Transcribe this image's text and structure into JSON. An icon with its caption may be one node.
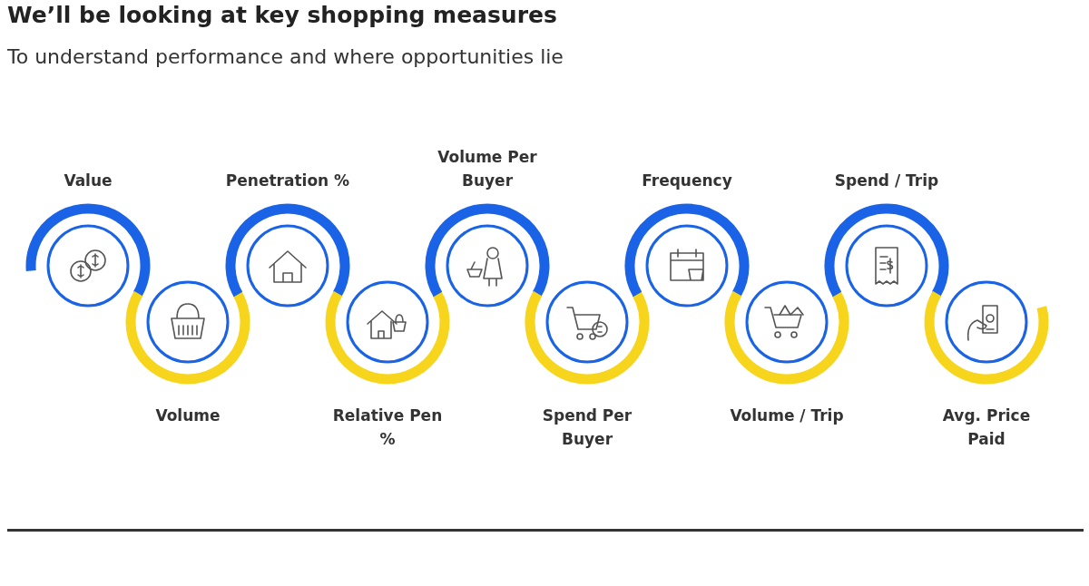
{
  "diagram": {
    "title": "We’ll be looking at key shopping measures",
    "nodes": [
      {
        "text": [
          "Value"
        ]
      },
      {
        "text": [
          "Volume"
        ]
      },
      {
        "text": [
          "Penetration %"
        ]
      },
      {
        "text": [
          "Relative Pen %"
        ]
      },
      {
        "text": [
          "Volume Per Buyer"
        ]
      },
      {
        "text": [
          "Spend Per Buyer"
        ]
      },
      {
        "text": [
          "Frequency"
        ]
      },
      {
        "text": [
          "Volume / Trip"
        ]
      },
      {
        "text": [
          "Spend / Trip"
        ]
      },
      {
        "text": [
          "Avg. Price Paid"
        ]
      }
    ],
    "labels": [
      "To understand performance and where opportunities lie"
    ]
  }
}
